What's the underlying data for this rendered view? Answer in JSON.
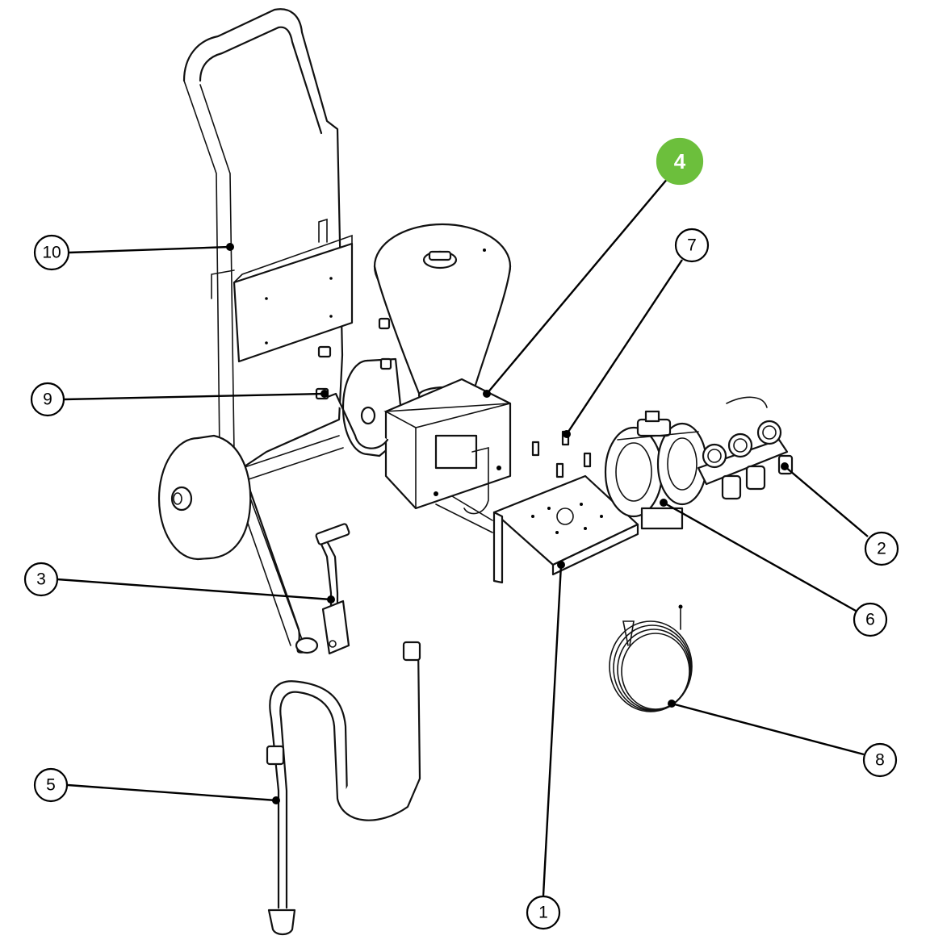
{
  "callouts": [
    {
      "id": "1",
      "label": "1",
      "active": false
    },
    {
      "id": "2",
      "label": "2",
      "active": false
    },
    {
      "id": "3",
      "label": "3",
      "active": false
    },
    {
      "id": "4",
      "label": "4",
      "active": true
    },
    {
      "id": "5",
      "label": "5",
      "active": false
    },
    {
      "id": "6",
      "label": "6",
      "active": false
    },
    {
      "id": "7",
      "label": "7",
      "active": false
    },
    {
      "id": "8",
      "label": "8",
      "active": false
    },
    {
      "id": "9",
      "label": "9",
      "active": false
    },
    {
      "id": "10",
      "label": "10",
      "active": false
    }
  ],
  "colors": {
    "active_callout": "#6cbf3c",
    "ink": "#000000",
    "background": "#ffffff"
  }
}
